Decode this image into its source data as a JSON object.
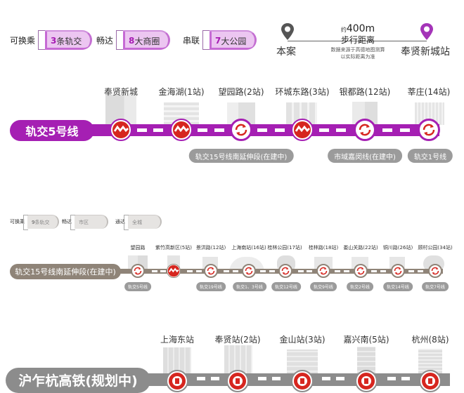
{
  "top_tags": [
    {
      "prefix": "可换乘",
      "num": "3",
      "value": "条轨交"
    },
    {
      "prefix": "畅达",
      "num": "8",
      "value": "大商圈"
    },
    {
      "prefix": "串联",
      "num": "7",
      "value": "大公园"
    }
  ],
  "distance_legend": {
    "from_label": "本案",
    "to_label": "奉贤新城站",
    "distance_prefix": "约",
    "distance_value": "400m",
    "distance_caption": "步行距离",
    "note_line1": "数据来源于高德地图测算",
    "note_line2": "以实际距离为准",
    "from_pin_color": "#555555",
    "to_pin_color": "#a434b8"
  },
  "line5": {
    "label": "轨交5号线",
    "color": "#a51fb3",
    "stations": [
      {
        "name": "奉贤新城",
        "type": "metro",
        "transfer": ""
      },
      {
        "name": "金海湖(1站)",
        "type": "metro",
        "transfer": ""
      },
      {
        "name": "望园路(2站)",
        "type": "interchange",
        "transfer": "轨交15号线南延伸段(在建中)"
      },
      {
        "name": "环城东路(3站)",
        "type": "metro",
        "transfer": ""
      },
      {
        "name": "银都路(12站)",
        "type": "interchange",
        "transfer": "市域嘉闵线(在建中)"
      },
      {
        "name": "莘庄(14站)",
        "type": "interchange",
        "transfer": "轨交1号线"
      }
    ]
  },
  "gray_tags": [
    {
      "prefix": "可换乘",
      "num": "9",
      "value": "条轨交"
    },
    {
      "prefix": "畅达",
      "num": "",
      "value": "市区"
    },
    {
      "prefix": "通达",
      "num": "",
      "value": "全城"
    }
  ],
  "line15": {
    "label": "轨交15号线南延伸段(在建中)",
    "color": "#8f8478",
    "stations": [
      {
        "name": "望园路",
        "type": "interchange",
        "transfer": "轨交5号线"
      },
      {
        "name": "紫竹高新区(5站)",
        "type": "metro",
        "transfer": ""
      },
      {
        "name": "景洪路(12站)",
        "type": "interchange",
        "transfer": "轨交19号线"
      },
      {
        "name": "上海南站(16站)",
        "type": "interchange",
        "transfer": "轨交1、3号线"
      },
      {
        "name": "桂林公园(17站)",
        "type": "interchange",
        "transfer": "轨交12号线"
      },
      {
        "name": "桂林路(18站)",
        "type": "interchange",
        "transfer": "轨交9号线"
      },
      {
        "name": "娄山关路(22站)",
        "type": "interchange",
        "transfer": "轨交2号线"
      },
      {
        "name": "铜川路(26站)",
        "type": "interchange",
        "transfer": "轨交14号线"
      },
      {
        "name": "顾村公园(34站)",
        "type": "interchange",
        "transfer": "轨交7号线"
      }
    ]
  },
  "hsr": {
    "label": "沪乍杭高铁(规划中)",
    "color": "#8c8c8c",
    "stations": [
      {
        "name": "上海东站"
      },
      {
        "name": "奉贤站(2站)"
      },
      {
        "name": "金山站(3站)"
      },
      {
        "name": "嘉兴南(5站)"
      },
      {
        "name": "杭州(8站)"
      }
    ]
  }
}
